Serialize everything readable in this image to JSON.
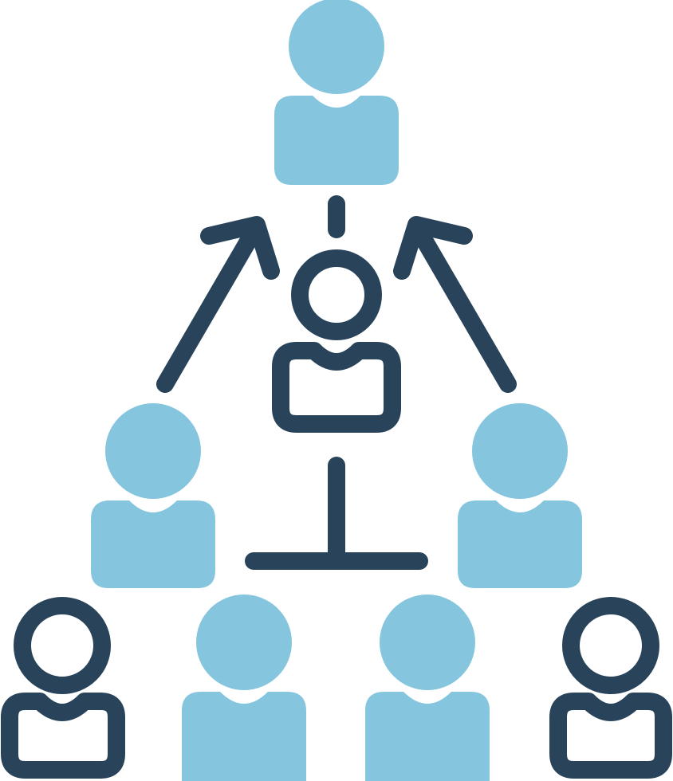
{
  "icon": {
    "name": "team-hierarchy-icon",
    "colors": {
      "fill": "#85c5de",
      "stroke": "#29445a",
      "background": "#ffffff"
    },
    "people": [
      {
        "id": "top",
        "style": "filled"
      },
      {
        "id": "center",
        "style": "outline"
      },
      {
        "id": "middle-left",
        "style": "filled"
      },
      {
        "id": "middle-right",
        "style": "filled"
      },
      {
        "id": "bottom-outer-left",
        "style": "outline"
      },
      {
        "id": "bottom-inner-left",
        "style": "filled"
      },
      {
        "id": "bottom-inner-right",
        "style": "filled"
      },
      {
        "id": "bottom-outer-right",
        "style": "outline"
      }
    ],
    "connectors": [
      "arrow-up-left",
      "arrow-up-right",
      "link-center-to-top",
      "link-center-to-base"
    ]
  }
}
